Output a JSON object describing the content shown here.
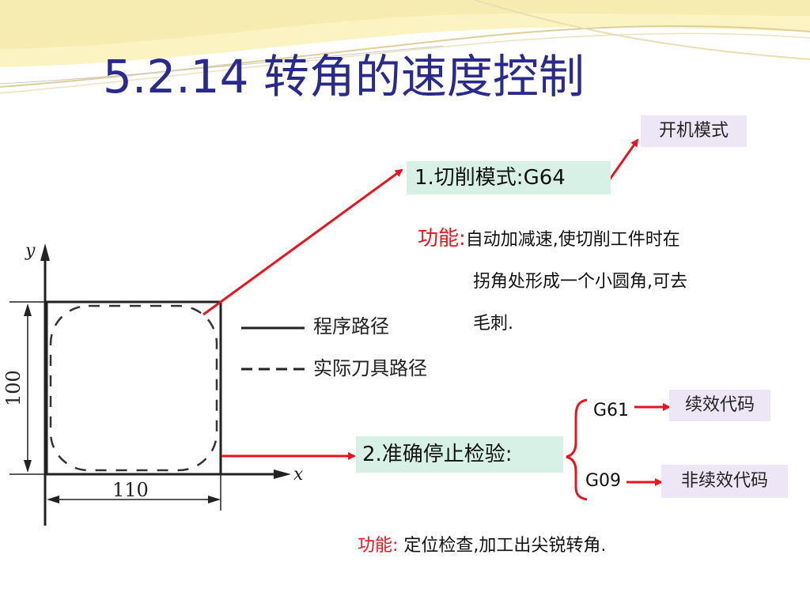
{
  "slide": {
    "title": "5.2.14 转角的速度控制"
  },
  "diagram": {
    "axis_y": "y",
    "axis_x": "x",
    "height_dim": "100",
    "width_dim": "110",
    "legend_program": "程序路径",
    "legend_tool": "实际刀具路径"
  },
  "mode1": {
    "label": "1.切削模式:G64",
    "link_label": "开机模式",
    "func_label": "功能:",
    "func_text_line1": "自动加减速,使切削工件时在",
    "func_text_line2": "拐角处形成一个小圆角,可去",
    "func_text_line3": "毛刺."
  },
  "mode2": {
    "label": "2.准确停止检验:",
    "option1": "G61",
    "option1_desc": "续效代码",
    "option2": "G09",
    "option2_desc": "非续效代码",
    "func_label": "功能:",
    "func_text": "定位检查,加工出尖锐转角."
  },
  "colors": {
    "title": "#2a2a8c",
    "accent_red": "#e8151e",
    "green_box": "#d7f1e6",
    "lavender_box": "#ece6f6"
  }
}
